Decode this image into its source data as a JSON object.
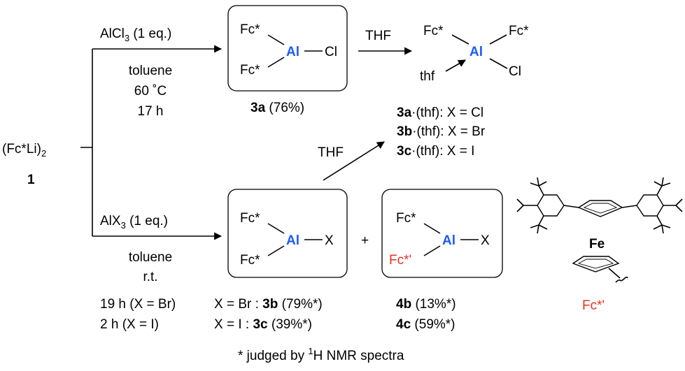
{
  "reactant": {
    "formula": "(Fc*Li)",
    "subscript": "2",
    "number": "1"
  },
  "upper_route": {
    "reagent": "AlCl",
    "reagent_sub": "3",
    "reagent_eq": " (1 eq.)",
    "conditions": [
      "toluene",
      "60 ˚C",
      "17 h"
    ]
  },
  "lower_route": {
    "reagent": "AlX",
    "reagent_sub": "3",
    "reagent_eq": " (1 eq.)",
    "conditions": [
      "toluene",
      "r.t."
    ],
    "times": [
      "19 h (X = Br)",
      "2 h (X = I)"
    ]
  },
  "compound_3a": {
    "fc_top": "Fc*",
    "fc_bottom": "Fc*",
    "metal": "Al",
    "ligand": "Cl",
    "label": "3a",
    "yield": " (76%)"
  },
  "thf_adduct": {
    "arrow_label": "THF",
    "fc_left": "Fc*",
    "fc_right": "Fc*",
    "metal": "Al",
    "ligand": "Cl",
    "donor": "thf",
    "entries": [
      {
        "label": "3a",
        "rest": "·(thf): X = Cl"
      },
      {
        "label": "3b",
        "rest": "·(thf): X = Br"
      },
      {
        "label": "3c",
        "rest": "·(thf): X = I"
      }
    ],
    "diagonal_label": "THF"
  },
  "compound_3": {
    "fc_top": "Fc*",
    "fc_bottom": "Fc*",
    "metal": "Al",
    "ligand": "X",
    "rows": [
      {
        "prefix": "X = Br : ",
        "label": "3b",
        "yield": " (79%*)"
      },
      {
        "prefix": "X = I : ",
        "label": "3c",
        "yield": " (39%*)"
      }
    ]
  },
  "plus_sign": "+",
  "compound_4": {
    "fc_top": "Fc*",
    "fc_bottom": "Fc*'",
    "metal": "Al",
    "ligand": "X",
    "rows": [
      {
        "label": "4b",
        "yield": " (13%*)"
      },
      {
        "label": "4c",
        "yield": " (59%*)"
      }
    ]
  },
  "ferrocene": {
    "metal": "Fe",
    "label": "Fc*'"
  },
  "footnote": {
    "lead": "* judged by ",
    "sup": "1",
    "tail": "H NMR spectra"
  },
  "colors": {
    "aluminum": "#1a5cff",
    "highlight": "#e8321e",
    "ink": "#000000"
  }
}
